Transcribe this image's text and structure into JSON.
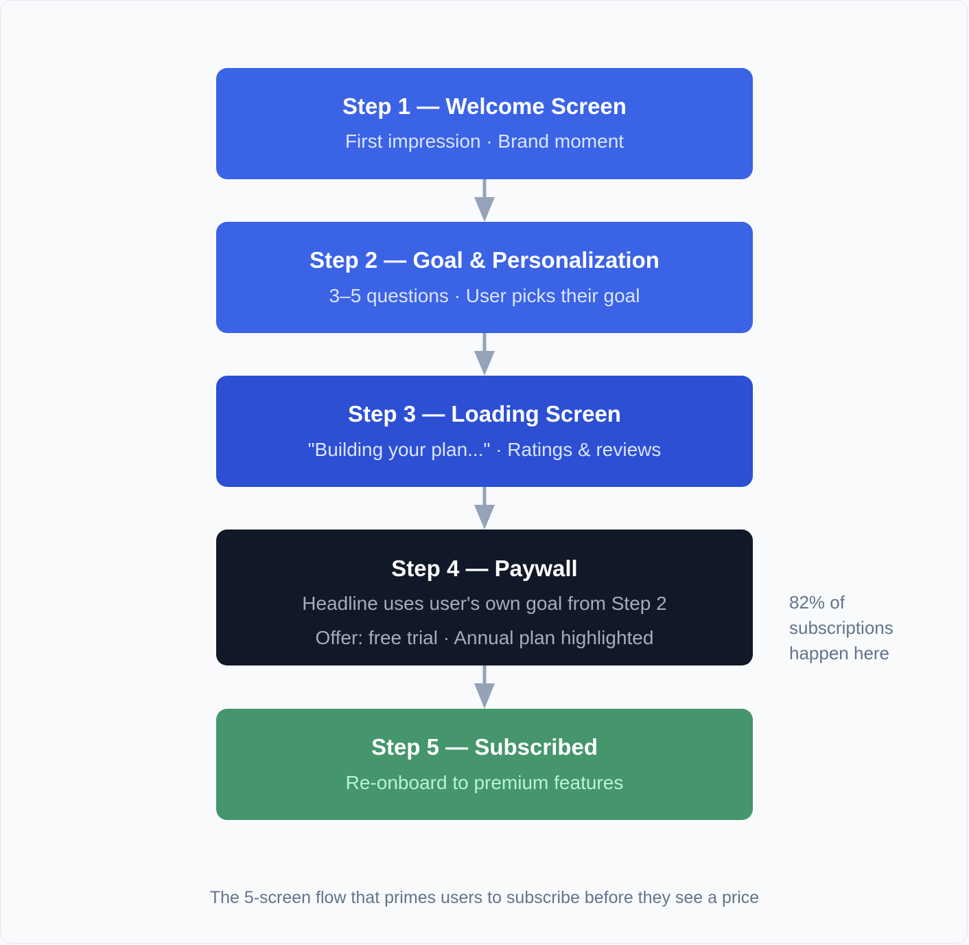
{
  "colors": {
    "background": "#f8fafc",
    "step_blue": "#3b63e6",
    "step_blue_dark": "#2c4fd3",
    "step_dark": "#111827",
    "step_green": "#45956d",
    "subtitle_blue": "#dbe4ff",
    "subtitle_dark": "#a5adbb",
    "subtitle_green": "#b7f5cf",
    "connector": "#94a3b8",
    "note_text": "#64748b"
  },
  "steps": [
    {
      "title": "Step 1 — Welcome Screen",
      "subtitles": [
        "First impression · Brand moment"
      ]
    },
    {
      "title": "Step 2 — Goal & Personalization",
      "subtitles": [
        "3–5 questions · User picks their goal"
      ]
    },
    {
      "title": "Step 3 — Loading Screen",
      "subtitles": [
        "\"Building your plan...\" · Ratings & reviews"
      ]
    },
    {
      "title": "Step 4 — Paywall",
      "subtitles": [
        "Headline uses user's own goal from Step 2",
        "Offer: free trial · Annual plan highlighted"
      ]
    },
    {
      "title": "Step 5 — Subscribed",
      "subtitles": [
        "Re-onboard to premium features"
      ]
    }
  ],
  "side_note": {
    "lines": [
      "82% of",
      "subscriptions",
      "happen here"
    ]
  },
  "caption": "The 5-screen flow that primes users to subscribe before they see a price"
}
